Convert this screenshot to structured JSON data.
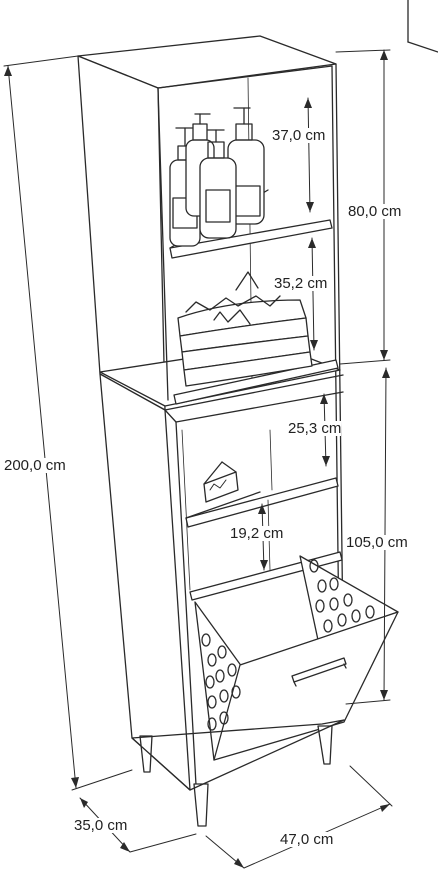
{
  "dimensions": {
    "total_height": "200,0 cm",
    "upper_height": "80,0 cm",
    "lower_height": "105,0 cm",
    "shelf_1": "37,0 cm",
    "shelf_2": "35,2 cm",
    "shelf_3": "25,3 cm",
    "shelf_4": "19,2 cm",
    "depth": "35,0 cm",
    "width": "47,0 cm"
  },
  "colors": {
    "line": "#2a2a2a",
    "fill": "#ffffff",
    "shade": "#f2f2f2"
  }
}
